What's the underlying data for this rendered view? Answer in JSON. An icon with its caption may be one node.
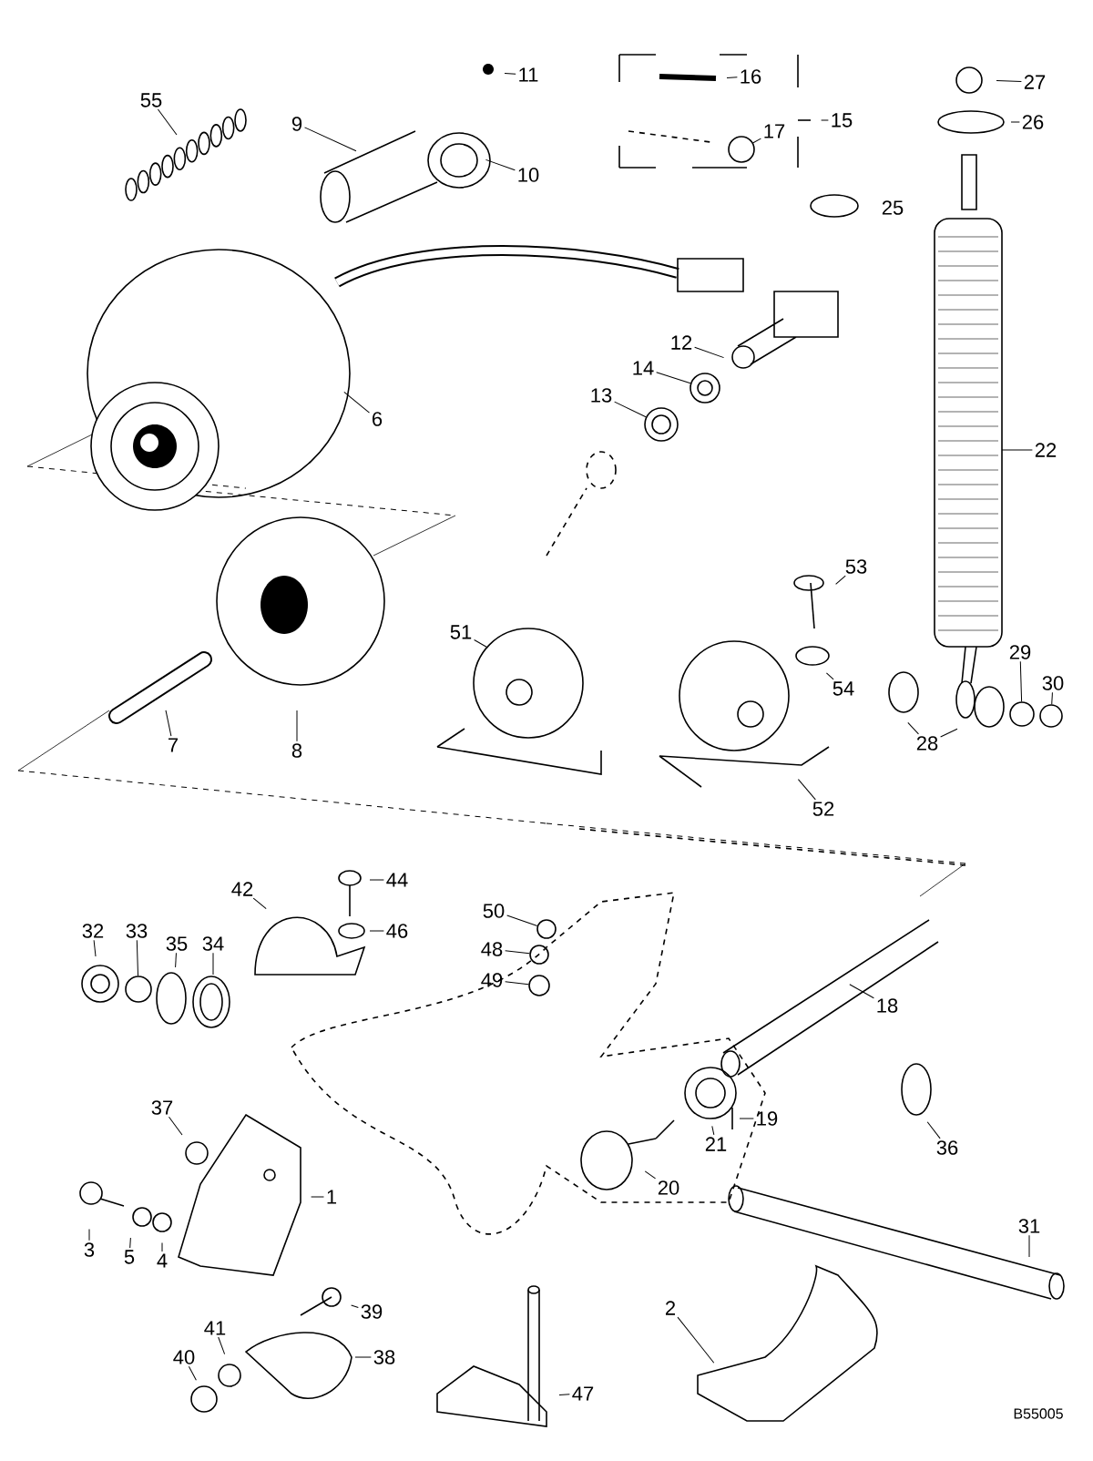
{
  "diagram": {
    "nodes": [
      {
        "text": [
          "11"
        ]
      },
      {
        "text": [
          "16"
        ]
      },
      {
        "text": [
          "27"
        ]
      },
      {
        "text": [
          "55"
        ]
      },
      {
        "text": [
          "15"
        ]
      },
      {
        "text": [
          "26"
        ]
      },
      {
        "text": [
          "9"
        ]
      },
      {
        "text": [
          "17"
        ]
      },
      {
        "text": [
          "10"
        ]
      },
      {
        "text": [
          "25"
        ]
      },
      {
        "text": [
          "12"
        ]
      },
      {
        "text": [
          "14"
        ]
      },
      {
        "text": [
          "13"
        ]
      },
      {
        "text": [
          "6"
        ]
      },
      {
        "text": [
          "22"
        ]
      },
      {
        "text": [
          "53"
        ]
      },
      {
        "text": [
          "51"
        ]
      },
      {
        "text": [
          "29"
        ]
      },
      {
        "text": [
          "30"
        ]
      },
      {
        "text": [
          "54"
        ]
      },
      {
        "text": [
          "28"
        ]
      },
      {
        "text": [
          "7"
        ]
      },
      {
        "text": [
          "8"
        ]
      },
      {
        "text": [
          "52"
        ]
      },
      {
        "text": [
          "44"
        ]
      },
      {
        "text": [
          "42"
        ]
      },
      {
        "text": [
          "50"
        ]
      },
      {
        "text": [
          "32"
        ]
      },
      {
        "text": [
          "33"
        ]
      },
      {
        "text": [
          "46"
        ]
      },
      {
        "text": [
          "35"
        ]
      },
      {
        "text": [
          "34"
        ]
      },
      {
        "text": [
          "48"
        ]
      },
      {
        "text": [
          "49"
        ]
      },
      {
        "text": [
          "18"
        ]
      },
      {
        "text": [
          "37"
        ]
      },
      {
        "text": [
          "19"
        ]
      },
      {
        "text": [
          "21"
        ]
      },
      {
        "text": [
          "36"
        ]
      },
      {
        "text": [
          "20"
        ]
      },
      {
        "text": [
          "1"
        ]
      },
      {
        "text": [
          "31"
        ]
      },
      {
        "text": [
          "3"
        ]
      },
      {
        "text": [
          "5"
        ]
      },
      {
        "text": [
          "4"
        ]
      },
      {
        "text": [
          "39"
        ]
      },
      {
        "text": [
          "2"
        ]
      },
      {
        "text": [
          "41"
        ]
      },
      {
        "text": [
          "38"
        ]
      },
      {
        "text": [
          "40"
        ]
      },
      {
        "text": [
          "47"
        ]
      },
      {
        "text": [],
        "shape": "circle"
      },
      {
        "text": [],
        "shape": "circle"
      },
      {
        "text": [],
        "shape": "circle"
      },
      {
        "text": [],
        "shape": "circle"
      },
      {
        "text": [],
        "shape": "circle"
      },
      {
        "text": [],
        "shape": "circle"
      },
      {
        "text": [],
        "shape": "circle"
      },
      {
        "text": [],
        "shape": "circle"
      },
      {
        "text": [],
        "shape": "circle"
      }
    ],
    "edges": [
      {
        "from": 0,
        "to": null,
        "arrow": "none"
      },
      {
        "from": 1,
        "to": null,
        "arrow": "none"
      },
      {
        "from": 2,
        "to": null,
        "arrow": "none"
      },
      {
        "from": 3,
        "to": null,
        "arrow": "none"
      },
      {
        "from": 4,
        "to": null,
        "arrow": "none"
      },
      {
        "from": 5,
        "to": null,
        "arrow": "none"
      },
      {
        "from": 6,
        "to": null,
        "arrow": "none"
      },
      {
        "from": 7,
        "to": 53,
        "arrow": "none"
      },
      {
        "from": 8,
        "to": null,
        "arrow": "none"
      },
      {
        "from": 10,
        "to": null,
        "arrow": "none"
      },
      {
        "from": 11,
        "to": 51,
        "arrow": "none"
      },
      {
        "from": 12,
        "to": 52,
        "arrow": "none"
      },
      {
        "from": 13,
        "to": null,
        "arrow": "none"
      },
      {
        "from": 14,
        "to": null,
        "arrow": "none"
      },
      {
        "from": 15,
        "to": null,
        "arrow": "none"
      },
      {
        "from": 16,
        "to": null,
        "arrow": "none"
      },
      {
        "from": 17,
        "to": 54,
        "arrow": "none"
      },
      {
        "from": 18,
        "to": 55,
        "arrow": "none"
      },
      {
        "from": 19,
        "to": null,
        "arrow": "none"
      },
      {
        "from": 20,
        "to": null,
        "arrow": "none"
      },
      {
        "from": 20,
        "to": null,
        "arrow": "none"
      },
      {
        "from": 21,
        "to": null,
        "arrow": "none"
      },
      {
        "from": 22,
        "to": null,
        "arrow": "none"
      },
      {
        "from": 23,
        "to": null,
        "arrow": "none"
      },
      {
        "from": 24,
        "to": null,
        "arrow": "none"
      },
      {
        "from": 25,
        "to": null,
        "arrow": "none"
      },
      {
        "from": 26,
        "to": 56,
        "arrow": "none"
      },
      {
        "from": 27,
        "to": null,
        "arrow": "none"
      },
      {
        "from": 28,
        "to": 59,
        "arrow": "none"
      },
      {
        "from": 29,
        "to": null,
        "arrow": "none"
      },
      {
        "from": 30,
        "to": null,
        "arrow": "none"
      },
      {
        "from": 31,
        "to": null,
        "arrow": "none"
      },
      {
        "from": 32,
        "to": 57,
        "arrow": "none"
      },
      {
        "from": 33,
        "to": 58,
        "arrow": "none"
      },
      {
        "from": 34,
        "to": null,
        "arrow": "none"
      },
      {
        "from": 35,
        "to": null,
        "arrow": "none"
      },
      {
        "from": 36,
        "to": null,
        "arrow": "none"
      },
      {
        "from": 37,
        "to": null,
        "arrow": "none"
      },
      {
        "from": 38,
        "to": null,
        "arrow": "none"
      },
      {
        "from": 39,
        "to": null,
        "arrow": "none"
      },
      {
        "from": 40,
        "to": null,
        "arrow": "none"
      },
      {
        "from": 41,
        "to": null,
        "arrow": "none"
      },
      {
        "from": 42,
        "to": null,
        "arrow": "none"
      },
      {
        "from": 43,
        "to": null,
        "arrow": "none"
      },
      {
        "from": 44,
        "to": null,
        "arrow": "none"
      },
      {
        "from": 45,
        "to": null,
        "arrow": "none"
      },
      {
        "from": 46,
        "to": null,
        "arrow": "none"
      },
      {
        "from": 47,
        "to": null,
        "arrow": "none"
      },
      {
        "from": 48,
        "to": null,
        "arrow": "none"
      },
      {
        "from": 49,
        "to": null,
        "arrow": "none"
      },
      {
        "from": 50,
        "to": null,
        "arrow": "none"
      }
    ],
    "labels": [
      "B55005"
    ]
  }
}
